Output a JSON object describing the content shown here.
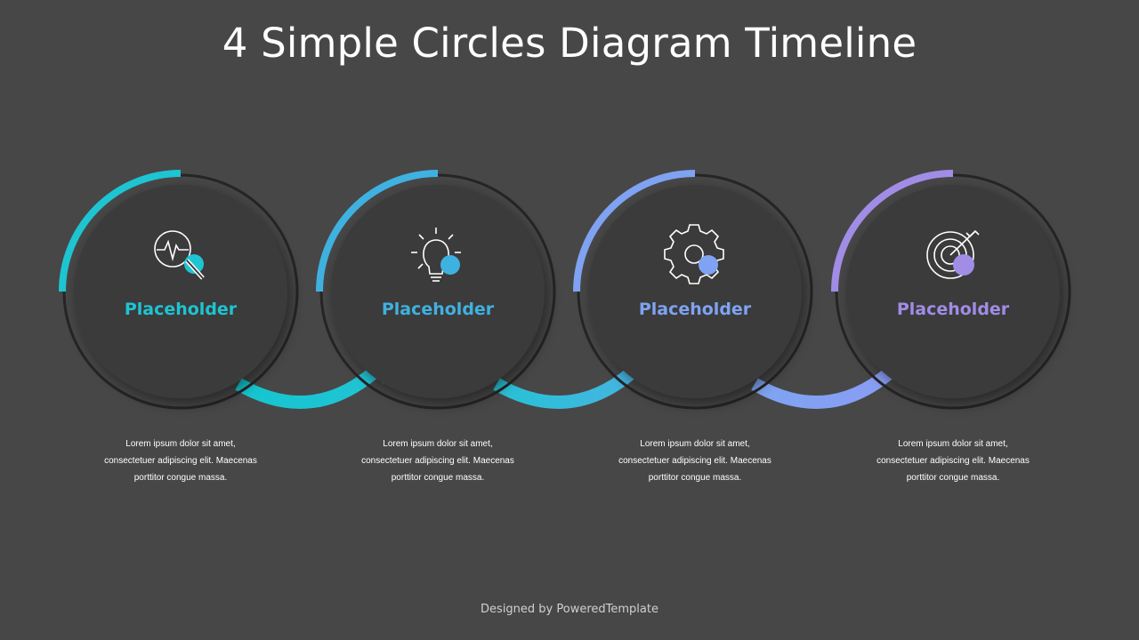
{
  "title": "4 Simple Circles Diagram Timeline",
  "footer": "Designed by PoweredTemplate",
  "colors": {
    "background": "#474747",
    "circle_fill": "#3a3a3a",
    "ring_dark": "#2a2a2a"
  },
  "steps": [
    {
      "label": "Placeholder",
      "color": "#1ec4d2",
      "icon": "heartbeat-magnifier-icon",
      "description": "Lorem ipsum dolor sit amet,\nconsectetuer adipiscing elit. Maecenas\nporttitor congue massa."
    },
    {
      "label": "Placeholder",
      "color": "#3fb1e0",
      "icon": "lightbulb-icon",
      "description": "Lorem ipsum dolor sit amet,\nconsectetuer adipiscing elit. Maecenas\nporttitor congue massa."
    },
    {
      "label": "Placeholder",
      "color": "#7fa2f2",
      "icon": "gear-icon",
      "description": "Lorem ipsum dolor sit amet,\nconsectetuer adipiscing elit. Maecenas\nporttitor congue massa."
    },
    {
      "label": "Placeholder",
      "color": "#a18ce6",
      "icon": "target-icon",
      "description": "Lorem ipsum dolor sit amet,\nconsectetuer adipiscing elit. Maecenas\nporttitor congue massa."
    }
  ]
}
